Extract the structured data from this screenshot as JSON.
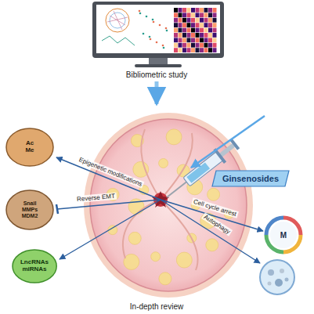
{
  "diagram": {
    "nodes": [
      {
        "text": [
          "Ginsenosides"
        ]
      },
      {
        "text": [
          "Ac",
          "Me"
        ]
      },
      {
        "text": [
          "Snail",
          "MMPs",
          "MDM2"
        ]
      },
      {
        "text": [
          "LncRNAs",
          "miRNAs"
        ]
      },
      {
        "text": [
          "M"
        ]
      }
    ],
    "labels": [
      "Bibliometric study",
      "Epigenetic modifications",
      "Reverse EMT",
      "Cell cycle arrest",
      "Autophagy",
      "In-depth review"
    ]
  }
}
